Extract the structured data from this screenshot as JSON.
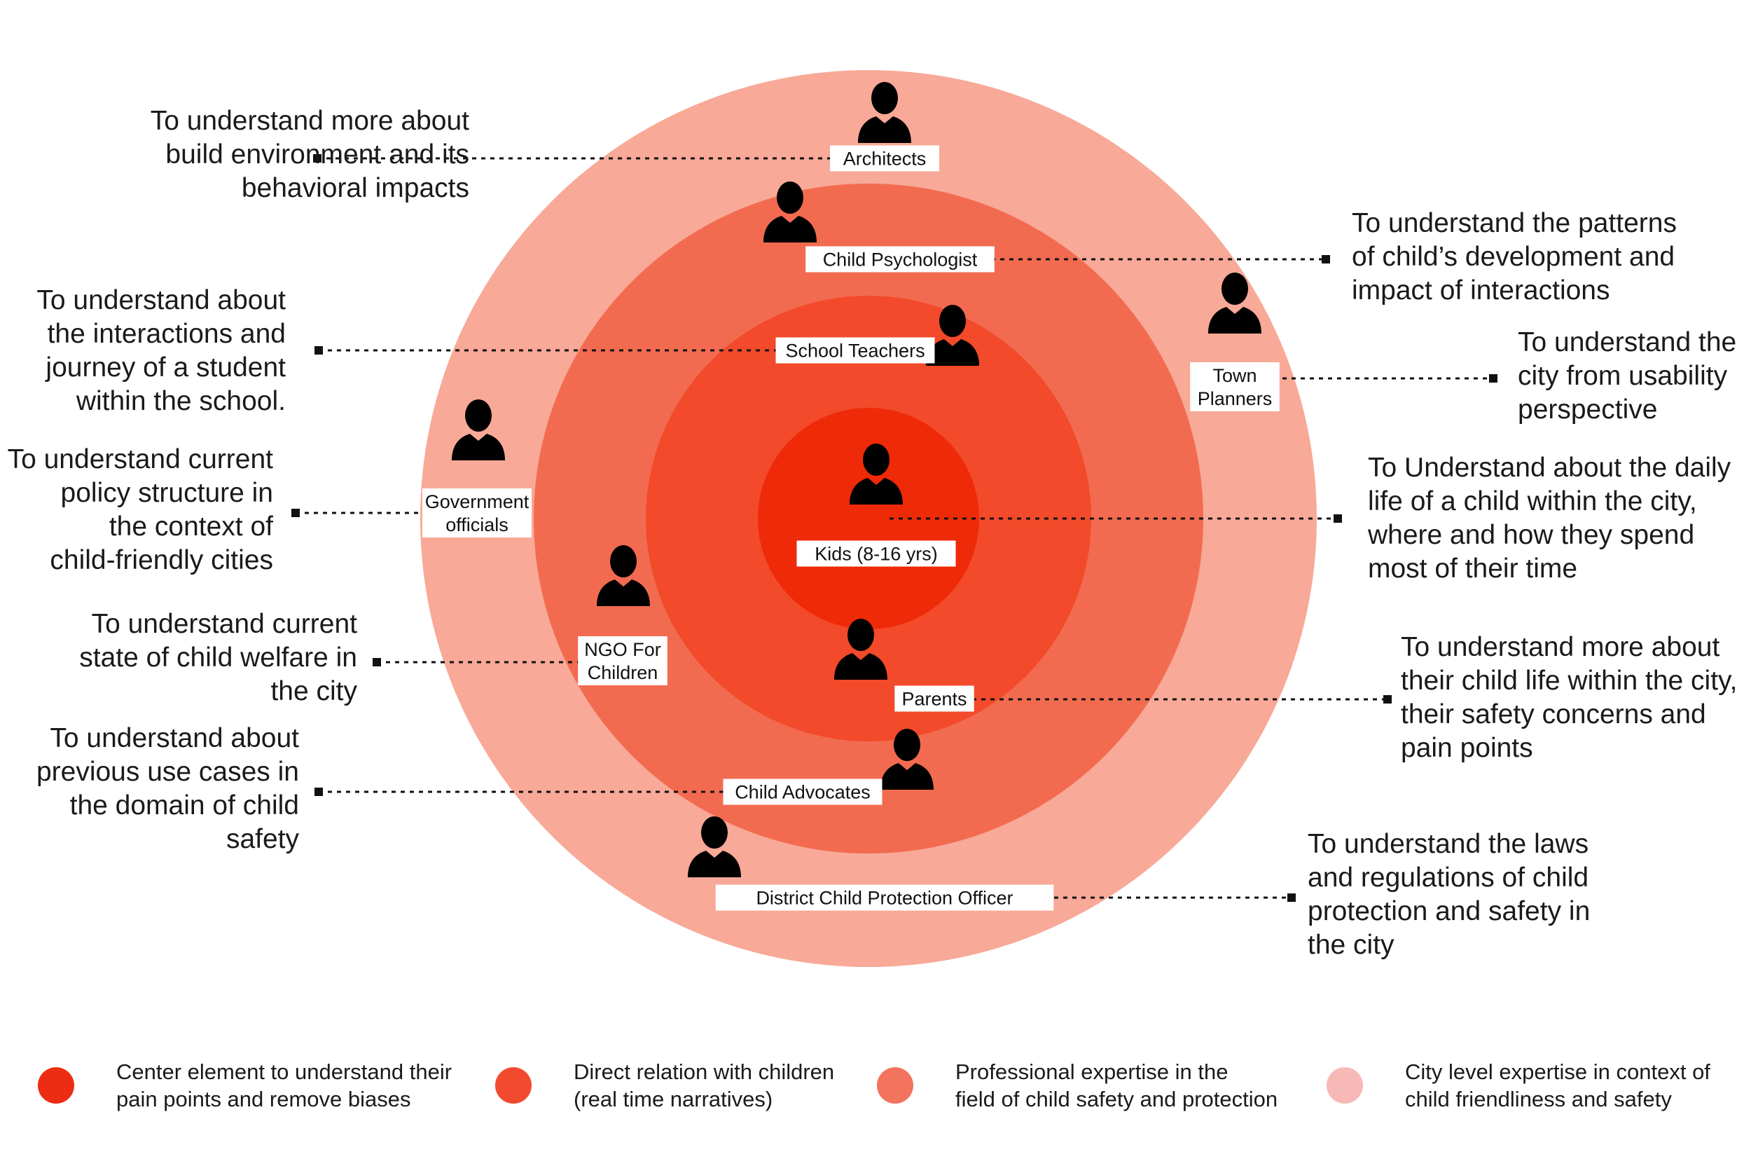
{
  "colors": {
    "ring_outer": "#f8a997",
    "ring_3": "#f26b50",
    "ring_2": "#f24a2a",
    "ring_center": "#ef2a09",
    "legend_1": "#ec2d13",
    "legend_2": "#f24a2f",
    "legend_3": "#f2735e",
    "legend_4": "#f7b9b6",
    "person": "#000000",
    "label_bg": "#ffffff",
    "leader": "#111111"
  },
  "stakeholders": [
    {
      "id": "architects",
      "label": "Architects",
      "icon": "person-icon"
    },
    {
      "id": "child-psychologist",
      "label": "Child Psychologist",
      "icon": "person-icon"
    },
    {
      "id": "school-teachers",
      "label": "School Teachers",
      "icon": "person-icon"
    },
    {
      "id": "town-planners",
      "label": "Town\nPlanners",
      "icon": "person-icon"
    },
    {
      "id": "government-officials",
      "label": "Government\nofficials",
      "icon": "person-icon"
    },
    {
      "id": "kids",
      "label": "Kids (8-16 yrs)",
      "icon": "person-icon"
    },
    {
      "id": "ngo",
      "label": "NGO For\nChildren",
      "icon": "person-icon"
    },
    {
      "id": "parents",
      "label": "Parents",
      "icon": "person-icon"
    },
    {
      "id": "child-advocates",
      "label": "Child Advocates",
      "icon": "person-icon"
    },
    {
      "id": "dcpo",
      "label": "District Child Protection Officer",
      "icon": "person-icon"
    }
  ],
  "annotations": {
    "architects": "To understand more about\nbuild environment and its\nbehavioral impacts",
    "child_psychologist": "To understand the patterns\nof child’s development and\nimpact of interactions",
    "school_teachers": "To understand about\nthe interactions and\njourney of a student\nwithin the school.",
    "town_planners": "To understand the\ncity from usability\nperspective",
    "government_officials": "To understand current\npolicy structure in\nthe context of\nchild-friendly cities",
    "kids": "To Understand about the daily\nlife of a child within the city,\nwhere and how they spend\nmost of their time",
    "ngo": "To understand current\nstate of child welfare in\nthe city",
    "parents": "To understand more about\ntheir child life within the city,\ntheir safety concerns and\npain points",
    "child_advocates": "To understand about\nprevious use cases in\nthe domain of child\nsafety",
    "dcpo": "To understand the laws\nand regulations of child\nprotection and safety in\nthe city"
  },
  "legend": [
    {
      "text": "Center element to understand their\npain points and remove biases"
    },
    {
      "text": "Direct relation with children\n(real time narratives)"
    },
    {
      "text": "Professional expertise in the\nfield of child safety and protection"
    },
    {
      "text": "City level expertise in context of\nchild friendliness and safety"
    }
  ]
}
